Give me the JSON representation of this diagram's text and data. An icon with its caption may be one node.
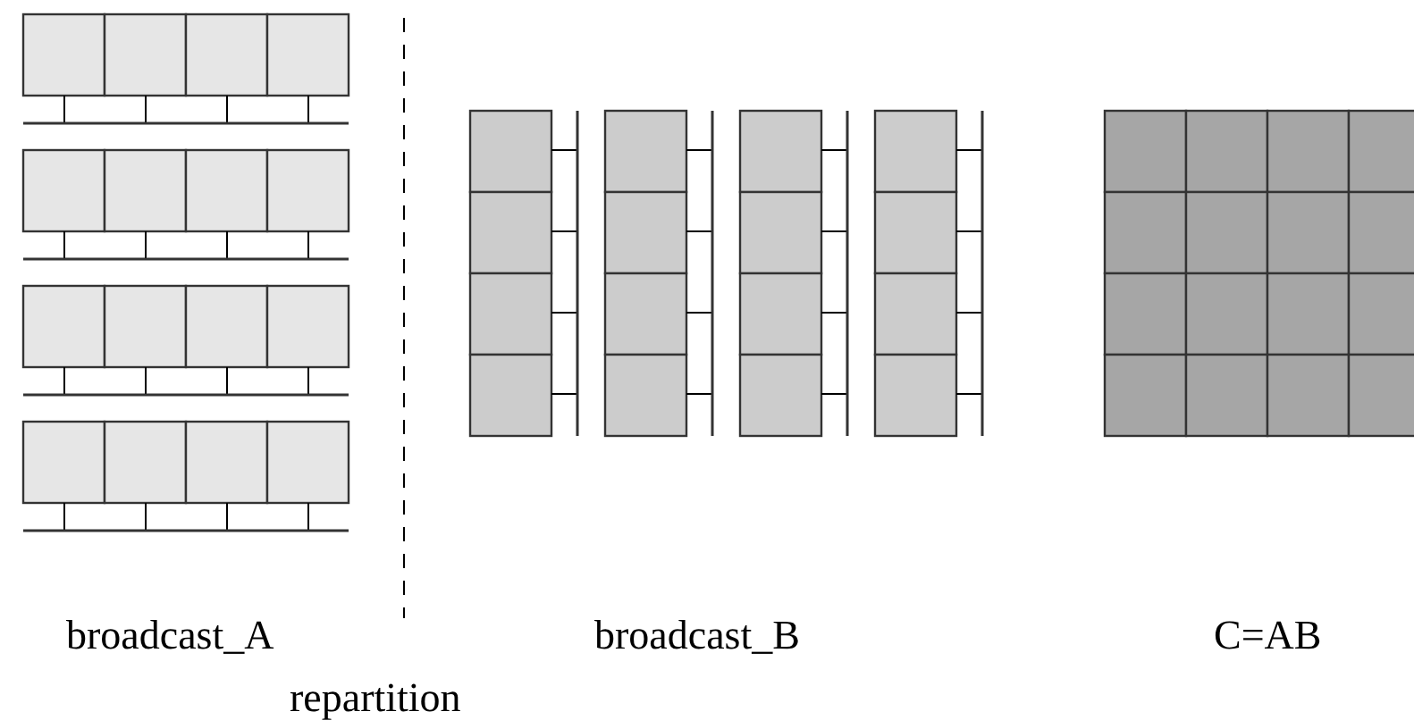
{
  "diagram": {
    "labels": [
      "broadcast_A",
      "broadcast_B",
      "C=AB",
      "repartition"
    ]
  }
}
